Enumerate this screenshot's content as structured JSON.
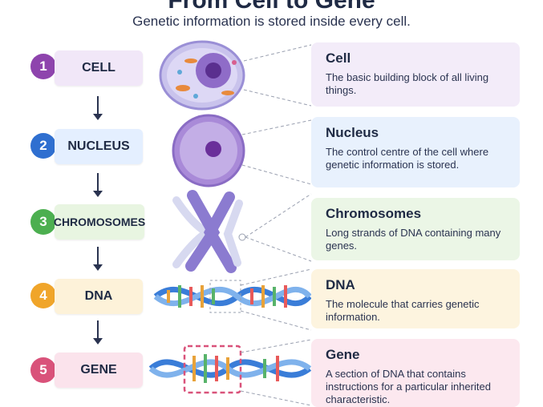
{
  "title": "From Cell to Gene",
  "subtitle": "Genetic information is stored inside every cell.",
  "steps": [
    {
      "number": "1",
      "label": "CELL",
      "color": "#8e44ad",
      "box_bg": "#f1e7f8",
      "card_title": "Cell",
      "card_text": "The basic building block of all living things.",
      "card_bg": "#f3ecf9"
    },
    {
      "number": "2",
      "label": "NUCLEUS",
      "color": "#2f6fd0",
      "box_bg": "#e4efff",
      "card_title": "Nucleus",
      "card_text": "The control centre of the cell where genetic information is stored.",
      "card_bg": "#e8f1fd"
    },
    {
      "number": "3",
      "label": "CHROMOSOMES",
      "color": "#4caf50",
      "box_bg": "#e8f5e1",
      "card_title": "Chromosomes",
      "card_text": "Long strands of DNA containing many genes.",
      "card_bg": "#ebf6e6"
    },
    {
      "number": "4",
      "label": "DNA",
      "color": "#f0a52a",
      "box_bg": "#fdf2d9",
      "card_title": "DNA",
      "card_text": "The molecule that carries genetic information.",
      "card_bg": "#fdf4df"
    },
    {
      "number": "5",
      "label": "GENE",
      "color": "#d9527a",
      "box_bg": "#fbe3ec",
      "card_title": "Gene",
      "card_text": "A section of DNA that contains instructions for a particular inherited characteristic.",
      "card_bg": "#fce8ef"
    }
  ]
}
